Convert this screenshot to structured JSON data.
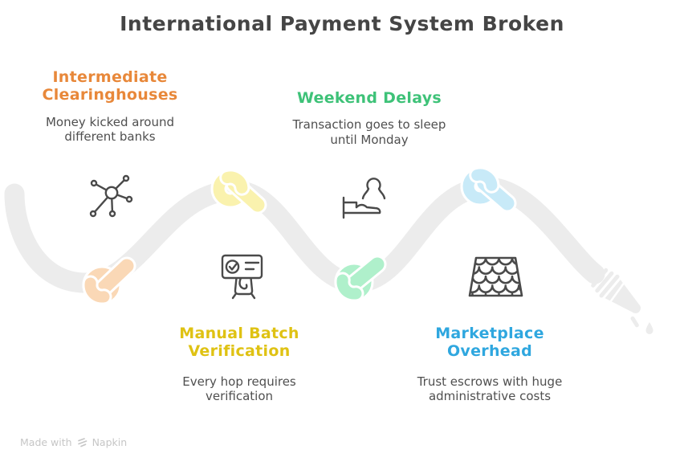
{
  "title": "International Payment System Broken",
  "title_color": "#454545",
  "body_color": "#4F4F4F",
  "icon_color": "#4A4A4A",
  "rope_color": "#ECECEC",
  "background": "#FFFFFF",
  "sections": [
    {
      "label": "Intermediate Clearinghouses",
      "description": "Money kicked around different banks",
      "color": "#E8883A",
      "knot_color": "#FAD8B6",
      "icon": "network-hub-icon"
    },
    {
      "label": "Weekend Delays",
      "description": "Transaction goes to sleep until Monday",
      "color": "#3EC278",
      "knot_color": "#AFF0CB",
      "icon": "sleeping-person-bed-icon"
    },
    {
      "label": "Manual Batch Verification",
      "description": "Every hop requires verification",
      "color": "#DFC213",
      "knot_color": "#FAF2AE",
      "icon": "verification-card-icon"
    },
    {
      "label": "Marketplace Overhead",
      "description": "Trust escrows with huge administrative costs",
      "color": "#2FA7DF",
      "knot_color": "#C8EAF8",
      "icon": "woven-basket-icon"
    }
  ],
  "footer": {
    "made_with": "Made with",
    "brand": "Napkin",
    "color": "#C6C6C6"
  }
}
